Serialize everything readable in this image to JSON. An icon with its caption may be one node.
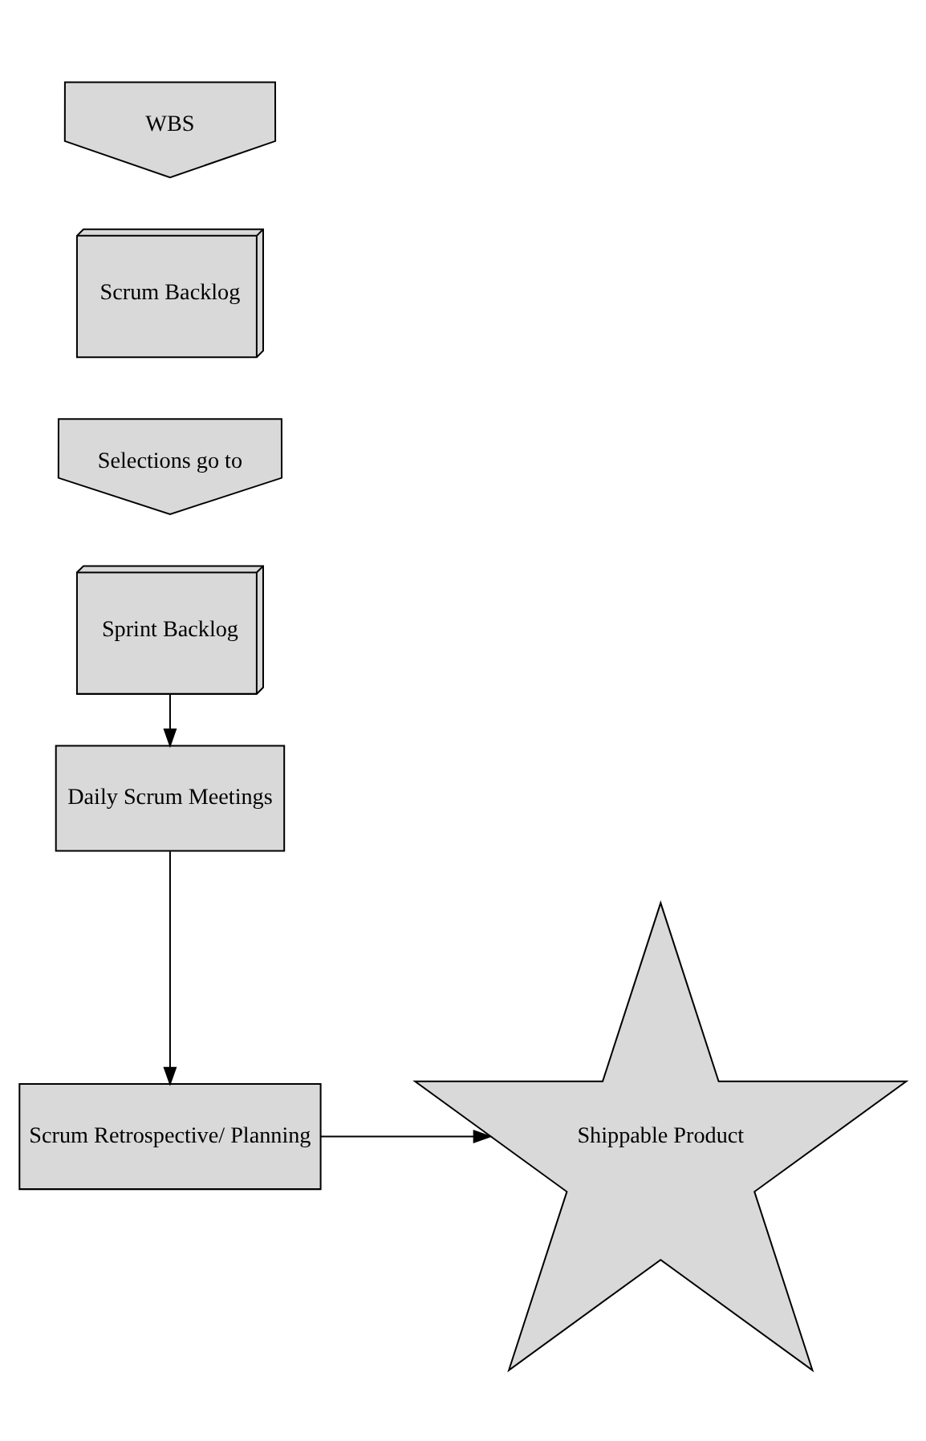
{
  "diagram": {
    "nodes": [
      {
        "text": [
          "WBS"
        ]
      },
      {
        "text": [
          "Scrum Backlog"
        ]
      },
      {
        "text": [
          "Selections go to"
        ]
      },
      {
        "text": [
          "Sprint Backlog"
        ]
      },
      {
        "text": [
          "Daily Scrum Meetings"
        ]
      },
      {
        "text": [
          "Scrum Retrospective/ Planning"
        ]
      },
      {
        "text": [
          "Shippable Product"
        ]
      }
    ],
    "edges": [
      {
        "from": 3,
        "to": 4,
        "arrow": "to"
      },
      {
        "from": 4,
        "to": 5,
        "arrow": "to"
      },
      {
        "from": 5,
        "to": 6,
        "arrow": "to"
      }
    ]
  }
}
